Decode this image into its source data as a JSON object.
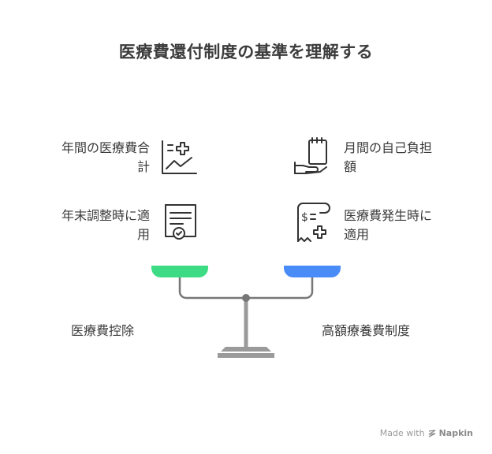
{
  "title": "医療費還付制度の基準を理解する",
  "items": {
    "annual_total": {
      "line1": "年間の医療費合",
      "line2": "計"
    },
    "monthly_copay": {
      "line1": "月間の自己負担",
      "line2": "額"
    },
    "year_end": {
      "line1": "年末調整時に適",
      "line2": "用"
    },
    "on_occurrence": {
      "line1": "医療費発生時に",
      "line2": "適用"
    }
  },
  "sides": {
    "left": "医療費控除",
    "right": "高額療養費制度"
  },
  "colors": {
    "left_pan": "#3ddc84",
    "right_pan": "#4a8cf7",
    "beam": "#777777",
    "base": "#9a9a9a"
  },
  "footer": {
    "made_with": "Made with",
    "brand": "Napkin"
  }
}
